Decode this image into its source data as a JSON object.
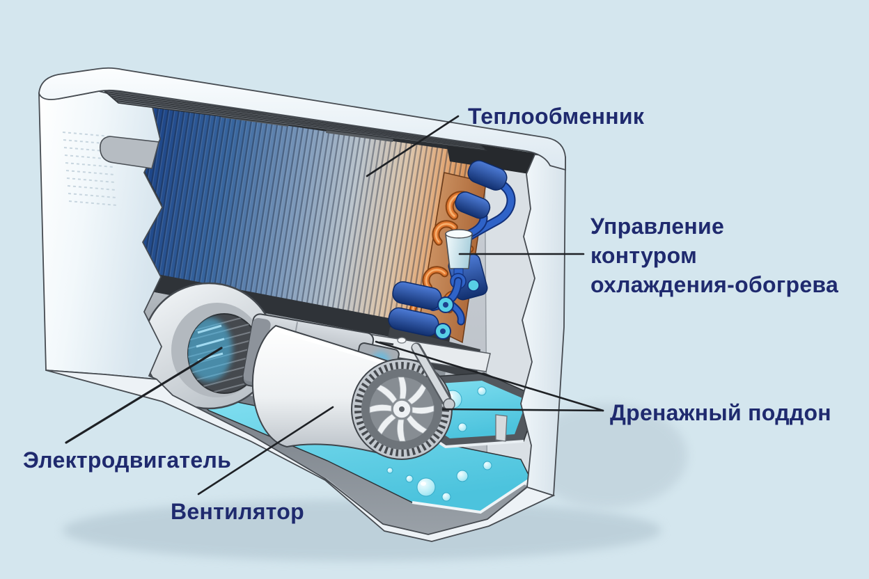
{
  "diagram": {
    "labels": {
      "heat_exchanger": "Теплообменник",
      "control_line1": "Управление",
      "control_line2": "контуром",
      "control_line3": "охлаждения-обогрева",
      "drain_pan": "Дренажный поддон",
      "motor": "Электродвигатель",
      "fan": "Вентилятор"
    },
    "colors": {
      "background": "#d4e6ee",
      "label_text": "#1f2a6e",
      "leader_line": "#1e2125",
      "coil_cold": "#1a4186",
      "coil_warm": "#d98f54",
      "copper": "#c0794a",
      "pipe_blue": "#2a5ec2",
      "water": "#5fd0e6"
    }
  }
}
